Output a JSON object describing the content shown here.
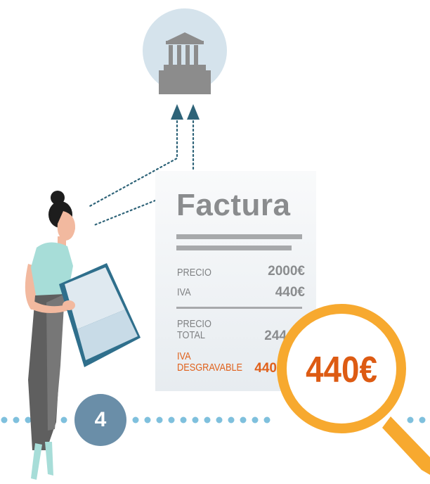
{
  "invoice": {
    "title": "Factura",
    "rows": [
      {
        "label": "PRECIO",
        "value": "2000€"
      },
      {
        "label": "IVA",
        "value": "440€"
      },
      {
        "label": "PRECIO\nTOTAL",
        "value": "244"
      },
      {
        "label": "IVA\nDESGRAVABLE",
        "value": "440"
      }
    ]
  },
  "magnifier": {
    "amount": "440€"
  },
  "step": {
    "number": "4"
  },
  "colors": {
    "accent_orange": "#e0611c",
    "magnifier_ring": "#f7a92f",
    "step_badge": "#6a8ea8",
    "dotted_line": "#7fc0dd",
    "arrow": "#2e6378"
  },
  "icons": [
    "government-building-icon",
    "arrow-up-icon",
    "woman-reading-folder-illustration",
    "magnifying-glass-icon"
  ]
}
